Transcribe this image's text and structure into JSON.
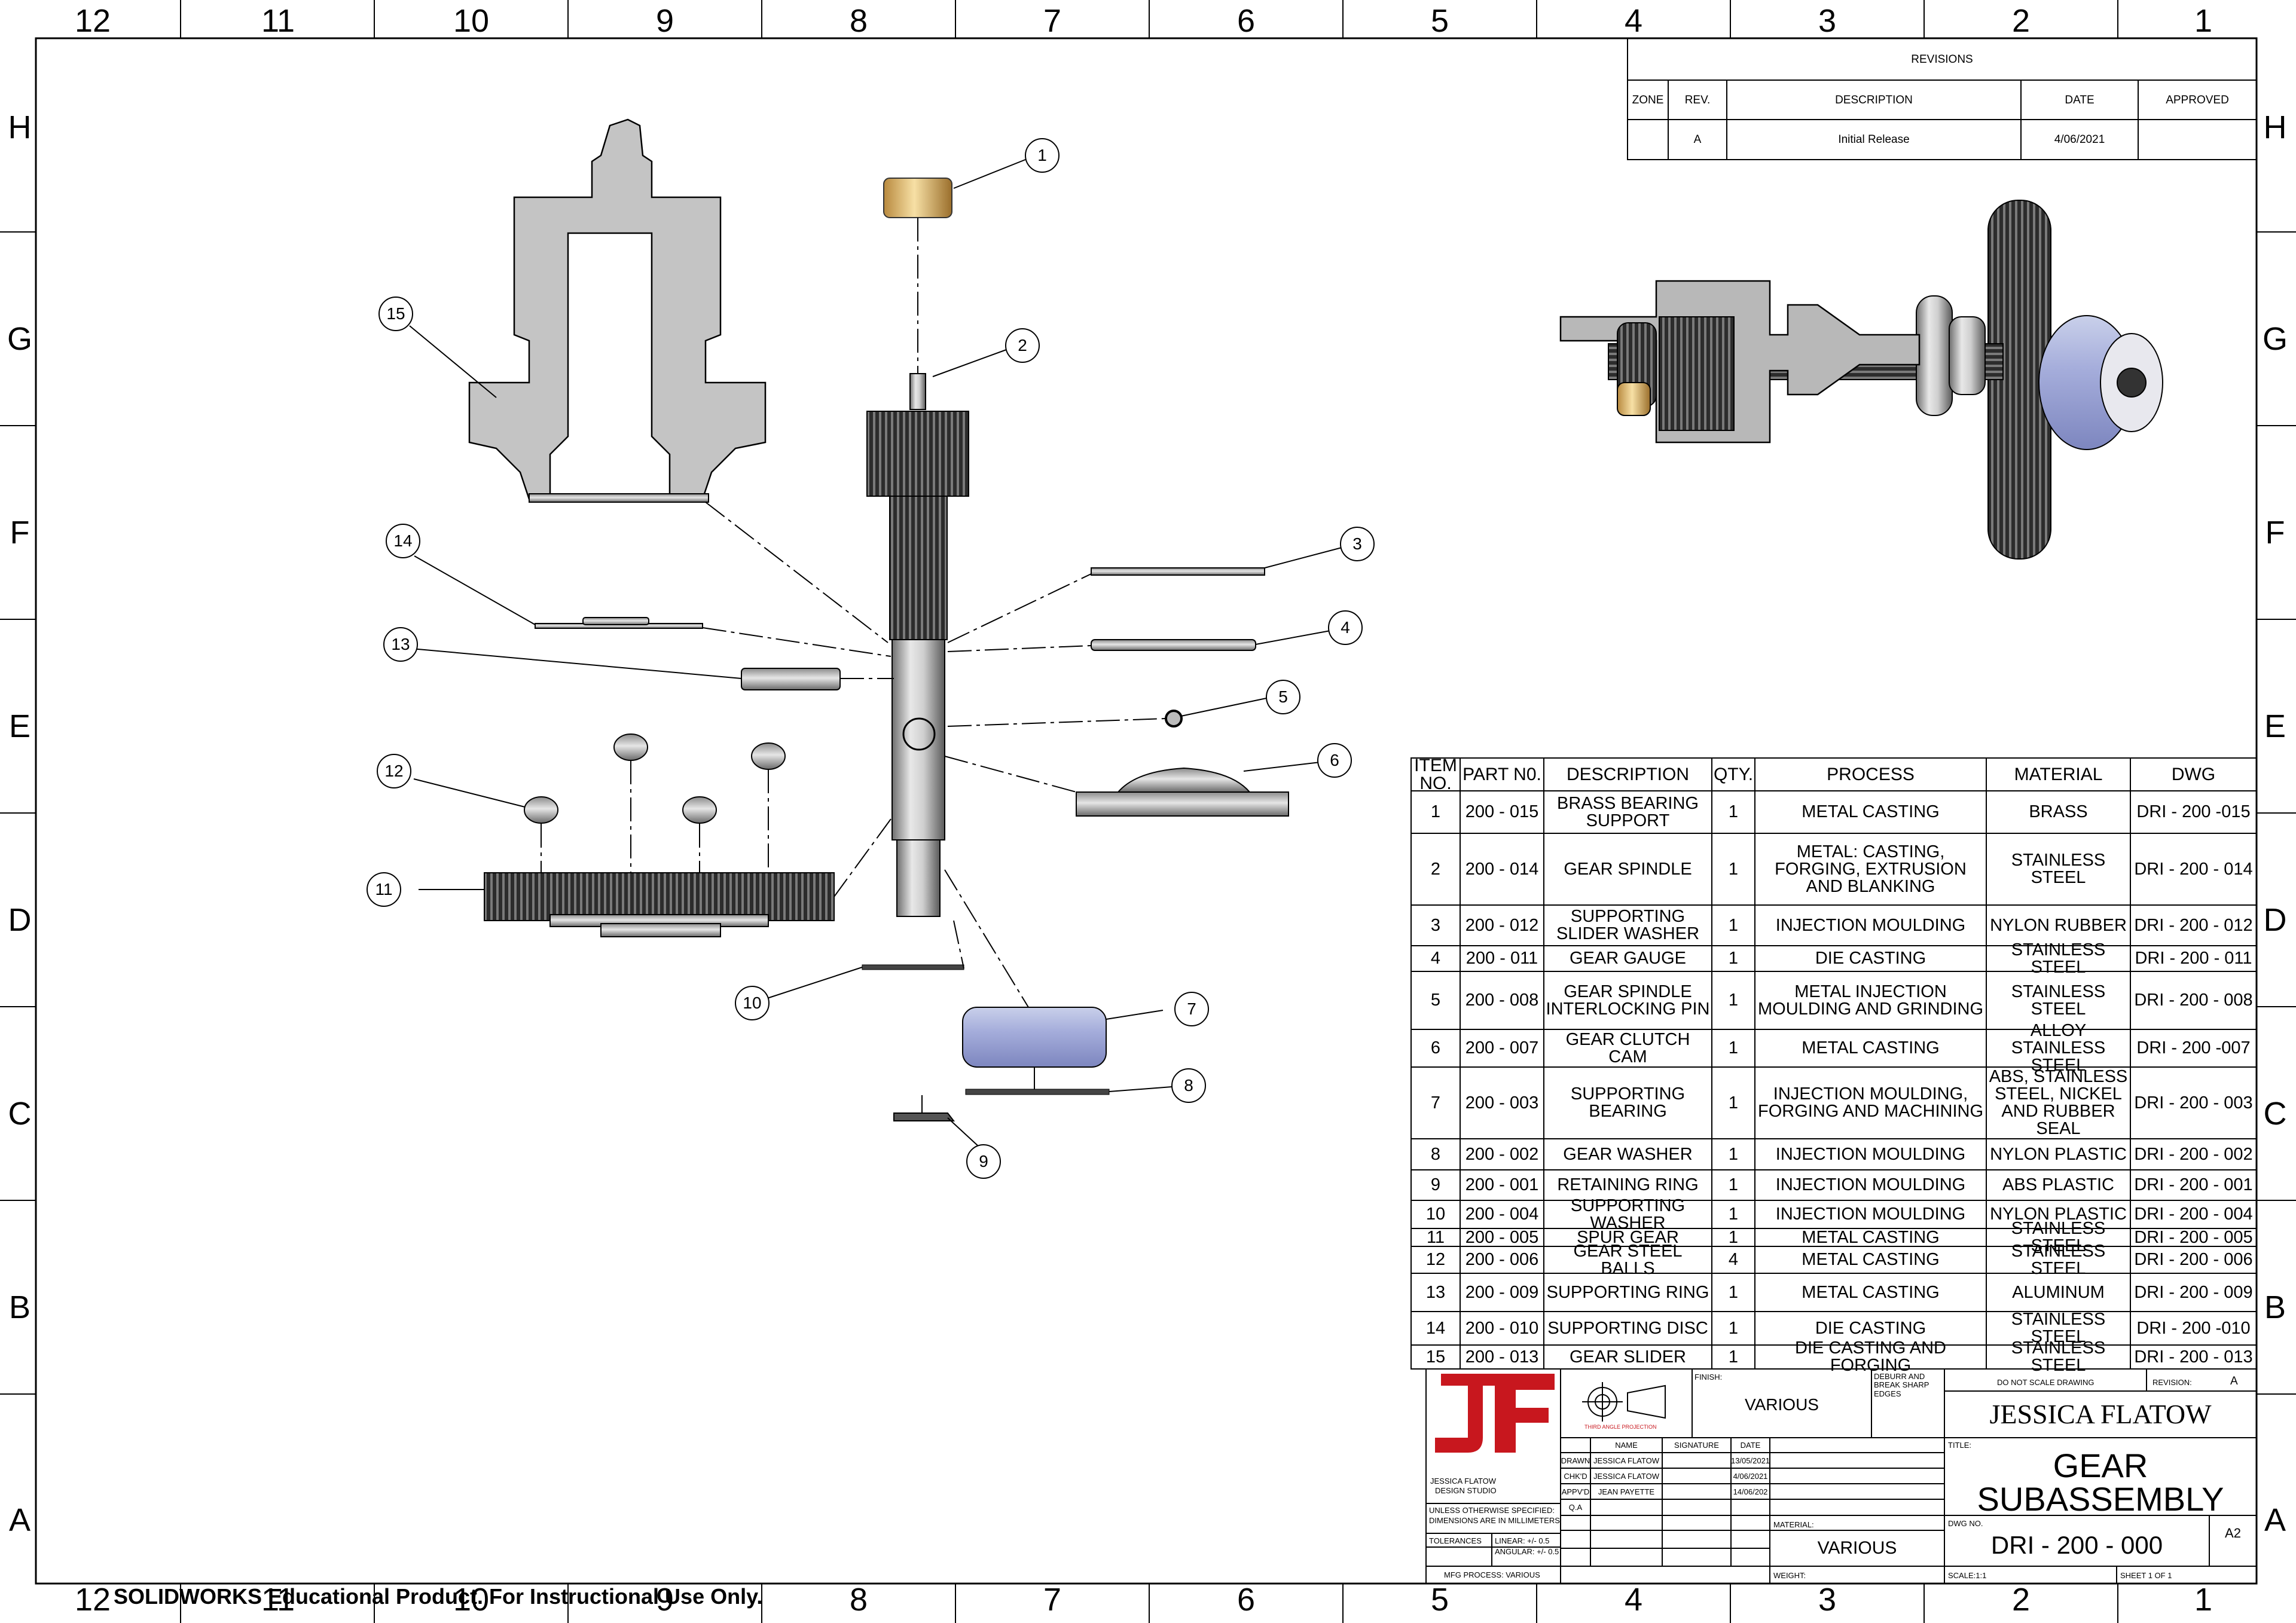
{
  "zones": {
    "columns": [
      "12",
      "11",
      "10",
      "9",
      "8",
      "7",
      "6",
      "5",
      "4",
      "3",
      "2",
      "1"
    ],
    "rows": [
      "H",
      "G",
      "F",
      "E",
      "D",
      "C",
      "B",
      "A"
    ]
  },
  "revisions": {
    "title": "REVISIONS",
    "headers": [
      "ZONE",
      "REV.",
      "DESCRIPTION",
      "DATE",
      "APPROVED"
    ],
    "rows": [
      [
        "",
        "A",
        "Initial Release",
        "4/06/2021",
        ""
      ]
    ]
  },
  "bom": {
    "headers": [
      "ITEM NO.",
      "PART N0.",
      "DESCRIPTION",
      "QTY.",
      "PROCESS",
      "MATERIAL",
      "DWG"
    ],
    "rows": [
      [
        "1",
        "200 - 015",
        "BRASS BEARING SUPPORT",
        "1",
        "METAL CASTING",
        "BRASS",
        "DRI - 200 -015"
      ],
      [
        "2",
        "200 - 014",
        "GEAR SPINDLE",
        "1",
        "METAL: CASTING, FORGING, EXTRUSION AND BLANKING",
        "STAINLESS STEEL",
        "DRI - 200 - 014"
      ],
      [
        "3",
        "200 - 012",
        "SUPPORTING SLIDER WASHER",
        "1",
        "INJECTION MOULDING",
        "NYLON RUBBER",
        "DRI - 200 - 012"
      ],
      [
        "4",
        "200 - 011",
        "GEAR GAUGE",
        "1",
        "DIE CASTING",
        "STAINLESS STEEL",
        "DRI - 200 - 011"
      ],
      [
        "5",
        "200 - 008",
        "GEAR SPINDLE INTERLOCKING PIN",
        "1",
        "METAL INJECTION MOULDING AND GRINDING",
        "STAINLESS STEEL",
        "DRI - 200 - 008"
      ],
      [
        "6",
        "200 - 007",
        "GEAR CLUTCH CAM",
        "1",
        "METAL CASTING",
        "ALLOY STAINLESS STEEL",
        "DRI - 200 -007"
      ],
      [
        "7",
        "200 - 003",
        "SUPPORTING BEARING",
        "1",
        "INJECTION MOULDING, FORGING AND MACHINING",
        "ABS, STAINLESS STEEL, NICKEL AND RUBBER SEAL",
        "DRI - 200 - 003"
      ],
      [
        "8",
        "200 - 002",
        "GEAR WASHER",
        "1",
        "INJECTION MOULDING",
        "NYLON PLASTIC",
        "DRI - 200 - 002"
      ],
      [
        "9",
        "200 - 001",
        "RETAINING RING",
        "1",
        "INJECTION MOULDING",
        "ABS PLASTIC",
        "DRI - 200 - 001"
      ],
      [
        "10",
        "200 - 004",
        "SUPPORTING WASHER",
        "1",
        "INJECTION MOULDING",
        "NYLON PLASTIC",
        "DRI - 200 - 004"
      ],
      [
        "11",
        "200 - 005",
        "SPUR GEAR",
        "1",
        "METAL CASTING",
        "STAINLESS STEEL",
        "DRI - 200 - 005"
      ],
      [
        "12",
        "200 - 006",
        "GEAR STEEL BALLS",
        "4",
        "METAL CASTING",
        "STAINLESS STEEL",
        "DRI - 200 - 006"
      ],
      [
        "13",
        "200 - 009",
        "SUPPORTING RING",
        "1",
        "METAL CASTING",
        "ALUMINUM",
        "DRI - 200 - 009"
      ],
      [
        "14",
        "200 - 010",
        "SUPPORTING DISC",
        "1",
        "DIE CASTING",
        "STAINLESS STEEL",
        "DRI - 200 -010"
      ],
      [
        "15",
        "200 - 013",
        "GEAR SLIDER",
        "1",
        "DIE CASTING AND FORGING",
        "STAINLESS STEEL",
        "DRI - 200 - 013"
      ]
    ]
  },
  "balloons": [
    "1",
    "2",
    "3",
    "4",
    "5",
    "6",
    "7",
    "8",
    "9",
    "10",
    "11",
    "12",
    "13",
    "14",
    "15"
  ],
  "title_block": {
    "logo_text_1": "JESSICA FLATOW",
    "logo_text_2": "DESIGN STUDIO",
    "projection_label": "THIRD ANGLE PROJECTION",
    "finish_label": "FINISH:",
    "finish_value": "VARIOUS",
    "deburr_label": "DEBURR AND BREAK SHARP EDGES",
    "do_not_scale": "DO NOT SCALE DRAWING",
    "revision_label": "REVISION:",
    "revision_value": "A",
    "company": "JESSICA FLATOW",
    "title_label": "TITLE:",
    "title_value": "GEAR SUBASSEMBLY",
    "name_header": "NAME",
    "signature_header": "SIGNATURE",
    "date_header": "DATE",
    "drawn_label": "DRAWN",
    "drawn_name": "JESSICA FLATOW",
    "drawn_date": "13/05/2021",
    "chkd_label": "CHK'D",
    "chkd_name": "JESSICA FLATOW",
    "chkd_date": "4/06/2021",
    "appvd_label": "APPV'D",
    "appvd_name": "JEAN PAYETTE",
    "appvd_date": "14/06/202",
    "qa_label": "Q.A",
    "unless": "UNLESS OTHERWISE SPECIFIED:",
    "dimensions": "DIMENSIONS ARE IN MILLIMETERS",
    "tolerances": "TOLERANCES",
    "linear": "LINEAR: +/- 0.5",
    "angular": "ANGULAR: +/- 0.5",
    "material_label": "MATERIAL:",
    "material_value": "VARIOUS",
    "dwg_no_label": "DWG NO.",
    "dwg_no_value": "DRI - 200 - 000",
    "size": "A2",
    "weight_label": "WEIGHT:",
    "scale": "SCALE:1:1",
    "sheet": "SHEET 1 OF 1",
    "mfg_process": "MFG PROCESS: VARIOUS"
  },
  "watermark": "SOLIDWORKS Educational Product. For Instructional Use Only."
}
